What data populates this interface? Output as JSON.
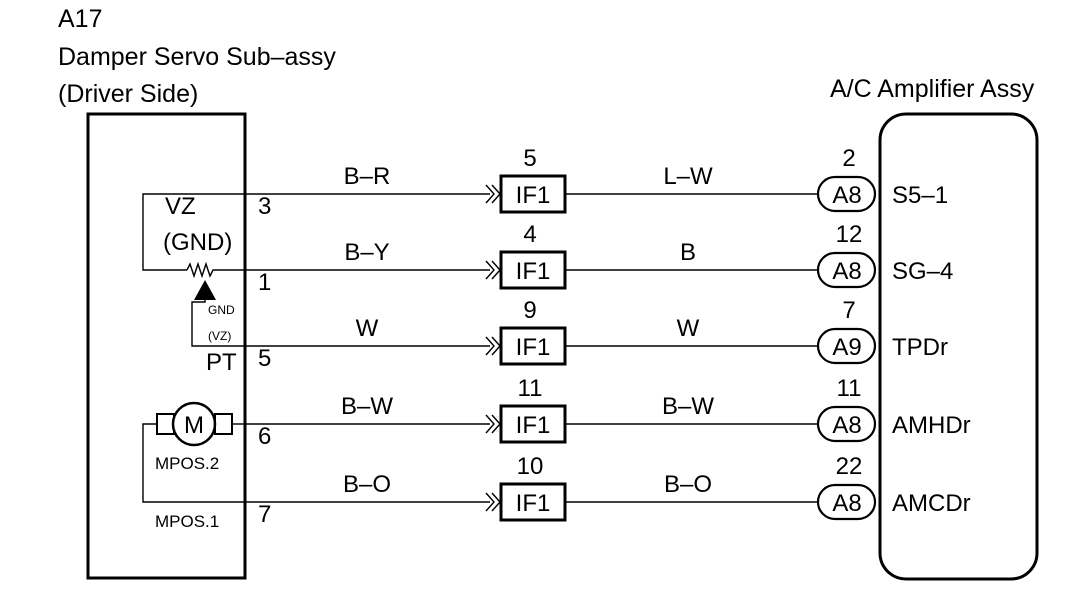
{
  "left_component": {
    "id": "A17",
    "name": "Damper Servo Sub–assy",
    "side": "(Driver Side)",
    "labels": {
      "vz": "VZ",
      "gnd": "(GND)",
      "pt": "PT",
      "gnd_small": "GND",
      "vz_small": "(VZ)",
      "motor": "M",
      "mpos2": "MPOS.2",
      "mpos1": "MPOS.1"
    }
  },
  "right_component": {
    "name": "A/C Amplifier Assy"
  },
  "wires": [
    {
      "left_pin": "3",
      "left_color": "B–R",
      "connector": "IF1",
      "connector_pin": "5",
      "right_color": "L–W",
      "amp_connector": "A8",
      "amp_pin": "2",
      "amp_terminal": "S5–1"
    },
    {
      "left_pin": "1",
      "left_color": "B–Y",
      "connector": "IF1",
      "connector_pin": "4",
      "right_color": "B",
      "amp_connector": "A8",
      "amp_pin": "12",
      "amp_terminal": "SG–4"
    },
    {
      "left_pin": "5",
      "left_color": "W",
      "connector": "IF1",
      "connector_pin": "9",
      "right_color": "W",
      "amp_connector": "A9",
      "amp_pin": "7",
      "amp_terminal": "TPDr"
    },
    {
      "left_pin": "6",
      "left_color": "B–W",
      "connector": "IF1",
      "connector_pin": "11",
      "right_color": "B–W",
      "amp_connector": "A8",
      "amp_pin": "11",
      "amp_terminal": "AMHDr"
    },
    {
      "left_pin": "7",
      "left_color": "B–O",
      "connector": "IF1",
      "connector_pin": "10",
      "right_color": "B–O",
      "amp_connector": "A8",
      "amp_pin": "22",
      "amp_terminal": "AMCDr"
    }
  ]
}
